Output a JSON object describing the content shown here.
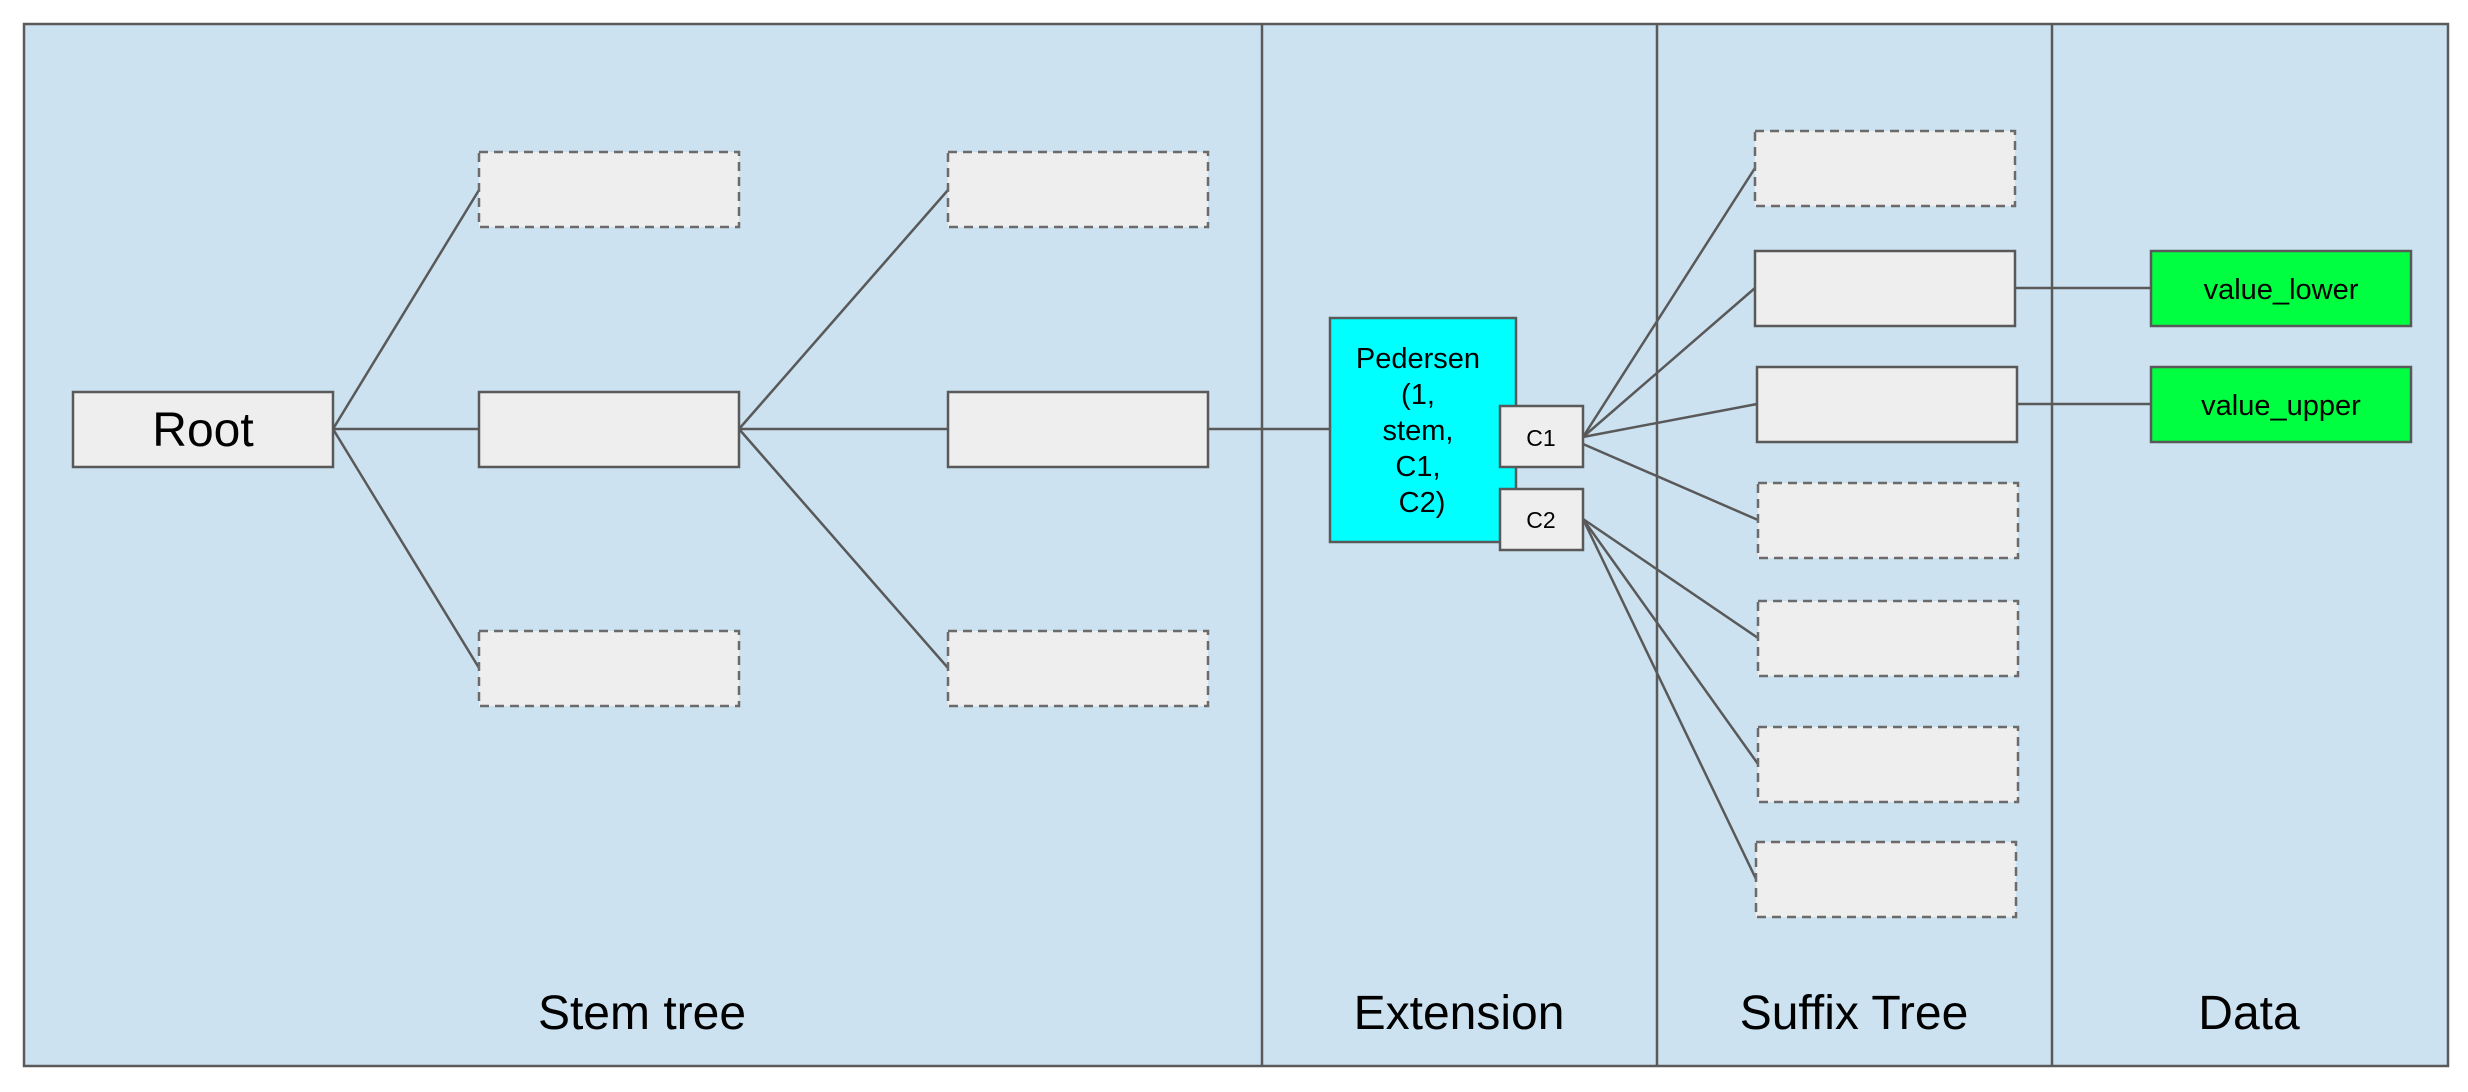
{
  "sections": {
    "stem_tree": "Stem tree",
    "extension": "Extension",
    "suffix_tree": "Suffix Tree",
    "data": "Data"
  },
  "stem_tree": {
    "root_label": "Root"
  },
  "extension": {
    "commitment_lines": [
      "Pedersen",
      "(1,",
      "stem,",
      "C1,",
      "C2)"
    ],
    "c1_label": "C1",
    "c2_label": "C2"
  },
  "data": {
    "value_lower": "value_lower",
    "value_upper": "value_upper"
  },
  "colors": {
    "background": "#cce2f1",
    "node_fill": "#eeeeee",
    "extension_fill": "#00ffff",
    "data_fill": "#00ff40",
    "line": "#595959"
  }
}
